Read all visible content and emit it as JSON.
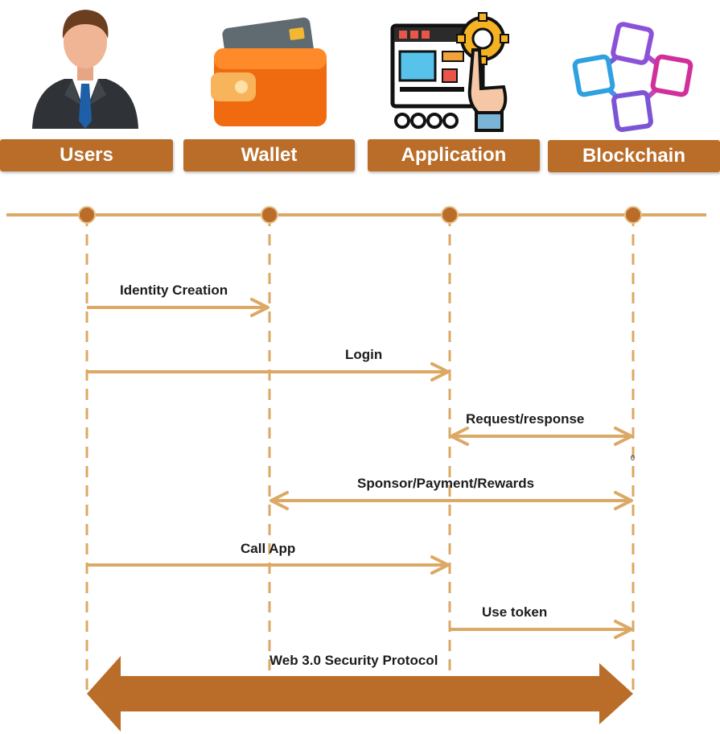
{
  "actors": [
    {
      "label": "Users",
      "icon": "businessman-icon"
    },
    {
      "label": "Wallet",
      "icon": "wallet-icon"
    },
    {
      "label": "Application",
      "icon": "application-gear-icon"
    },
    {
      "label": "Blockchain",
      "icon": "blockchain-cubes-icon"
    }
  ],
  "messages": [
    {
      "label": "Identity Creation",
      "from": "Users",
      "to": "Wallet",
      "bidirectional": false
    },
    {
      "label": "Login",
      "from": "Users",
      "to": "Application",
      "bidirectional": false
    },
    {
      "label": "Request/response",
      "from": "Application",
      "to": "Blockchain",
      "bidirectional": true
    },
    {
      "label": "Sponsor/Payment/Rewards",
      "from": "Wallet",
      "to": "Blockchain",
      "bidirectional": true
    },
    {
      "label": "Call App",
      "from": "Users",
      "to": "Application",
      "bidirectional": false
    },
    {
      "label": "Use token",
      "from": "Application",
      "to": "Blockchain",
      "bidirectional": false
    }
  ],
  "stray_mark": "0",
  "protocol": {
    "label": "Web 3.0 Security Protocol"
  },
  "colors": {
    "label_bg": "#b96d29",
    "line": "#dca865",
    "node": "#b96d29",
    "arrow": "#dca865",
    "big_arrow": "#b96d29"
  }
}
